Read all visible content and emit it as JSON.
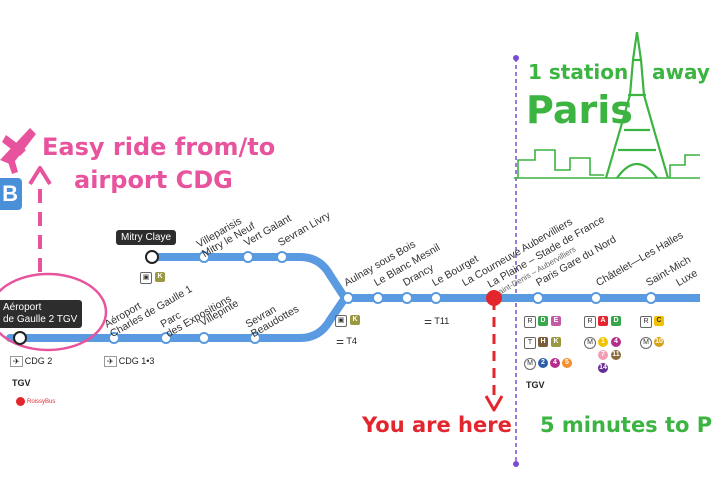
{
  "header": {
    "airport_line1": "Easy ride from/to",
    "airport_line2": "airport CDG",
    "paris_small": "1 station",
    "paris_away": "away",
    "paris_big": "Paris",
    "you_are_here": "You are here",
    "minutes": "5 minutes to P",
    "badge_b": "B"
  },
  "stations": {
    "mitry": "Mitry Claye",
    "aeroport_line1": "Aéroport",
    "aeroport_line2": "de Gaulle 2 TGV",
    "villeparisis_1": "Villeparisis",
    "villeparisis_2": "Mitry le Neuf",
    "vert_galant": "Vert Galant",
    "sevran_livry": "Sevran Livry",
    "aeroport1_1": "Aéroport",
    "aeroport1_2": "Charles de Gaulle 1",
    "parc_1": "Parc",
    "parc_2": "des Expositions",
    "villepinte": "Villepinte",
    "sevran_b1": "Sevran",
    "sevran_b2": "Beaudottes",
    "aulnay": "Aulnay sous Bois",
    "blanc_mesnil": "Le Blanc Mesnil",
    "drancy": "Drancy",
    "bourget": "Le Bourget",
    "courneuve": "La Courneuve Aubervilliers",
    "plaine_1": "La Plaine – Stade de France",
    "plaine_2": "Saint-Denis – Aubervilliers",
    "gare_nord": "Paris Gare du Nord",
    "chatelet": "Châtelet—Les Halles",
    "saint_michel": "Saint-Mich",
    "luxe": "Luxe"
  },
  "tags": {
    "cdg2": "CDG 2",
    "cdg13": "CDG 1•3",
    "tgv_left": "TGV",
    "tgv_right": "TGV",
    "t4": "T4",
    "t11": "T11",
    "roissybus": "RoissyBus"
  },
  "colors": {
    "line": "#5a9ae0",
    "pink": "#e8539d",
    "green": "#3cb441",
    "red": "#e3262e",
    "purple_dash": "#7b4bd6"
  }
}
